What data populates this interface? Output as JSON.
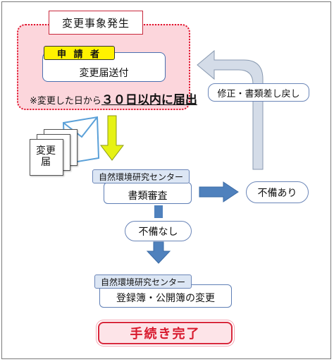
{
  "event": {
    "title": "変更事象発生"
  },
  "applicant": {
    "tag": "申 請 者",
    "action": "変更届送付"
  },
  "deadline": {
    "prefix": "※変更した日から",
    "emphasis": "３０日以内に届出"
  },
  "document": {
    "label_line1": "変更",
    "label_line2": "届"
  },
  "review": {
    "org": "自然環境研究センター",
    "step": "書類審査"
  },
  "deficient": {
    "label": "不備あり"
  },
  "feedback": {
    "label": "修正・書類差し戻し"
  },
  "no_deficiency": {
    "label": "不備なし"
  },
  "registration": {
    "org": "自然環境研究センター",
    "step": "登録簿・公開簿の変更"
  },
  "complete": {
    "label": "手続き完了"
  },
  "colors": {
    "flow_arrow": "#4f81bd",
    "submit_arrow": "#e6f214",
    "return_arrow": "#d4dce8",
    "alert_red": "#e0102a"
  }
}
